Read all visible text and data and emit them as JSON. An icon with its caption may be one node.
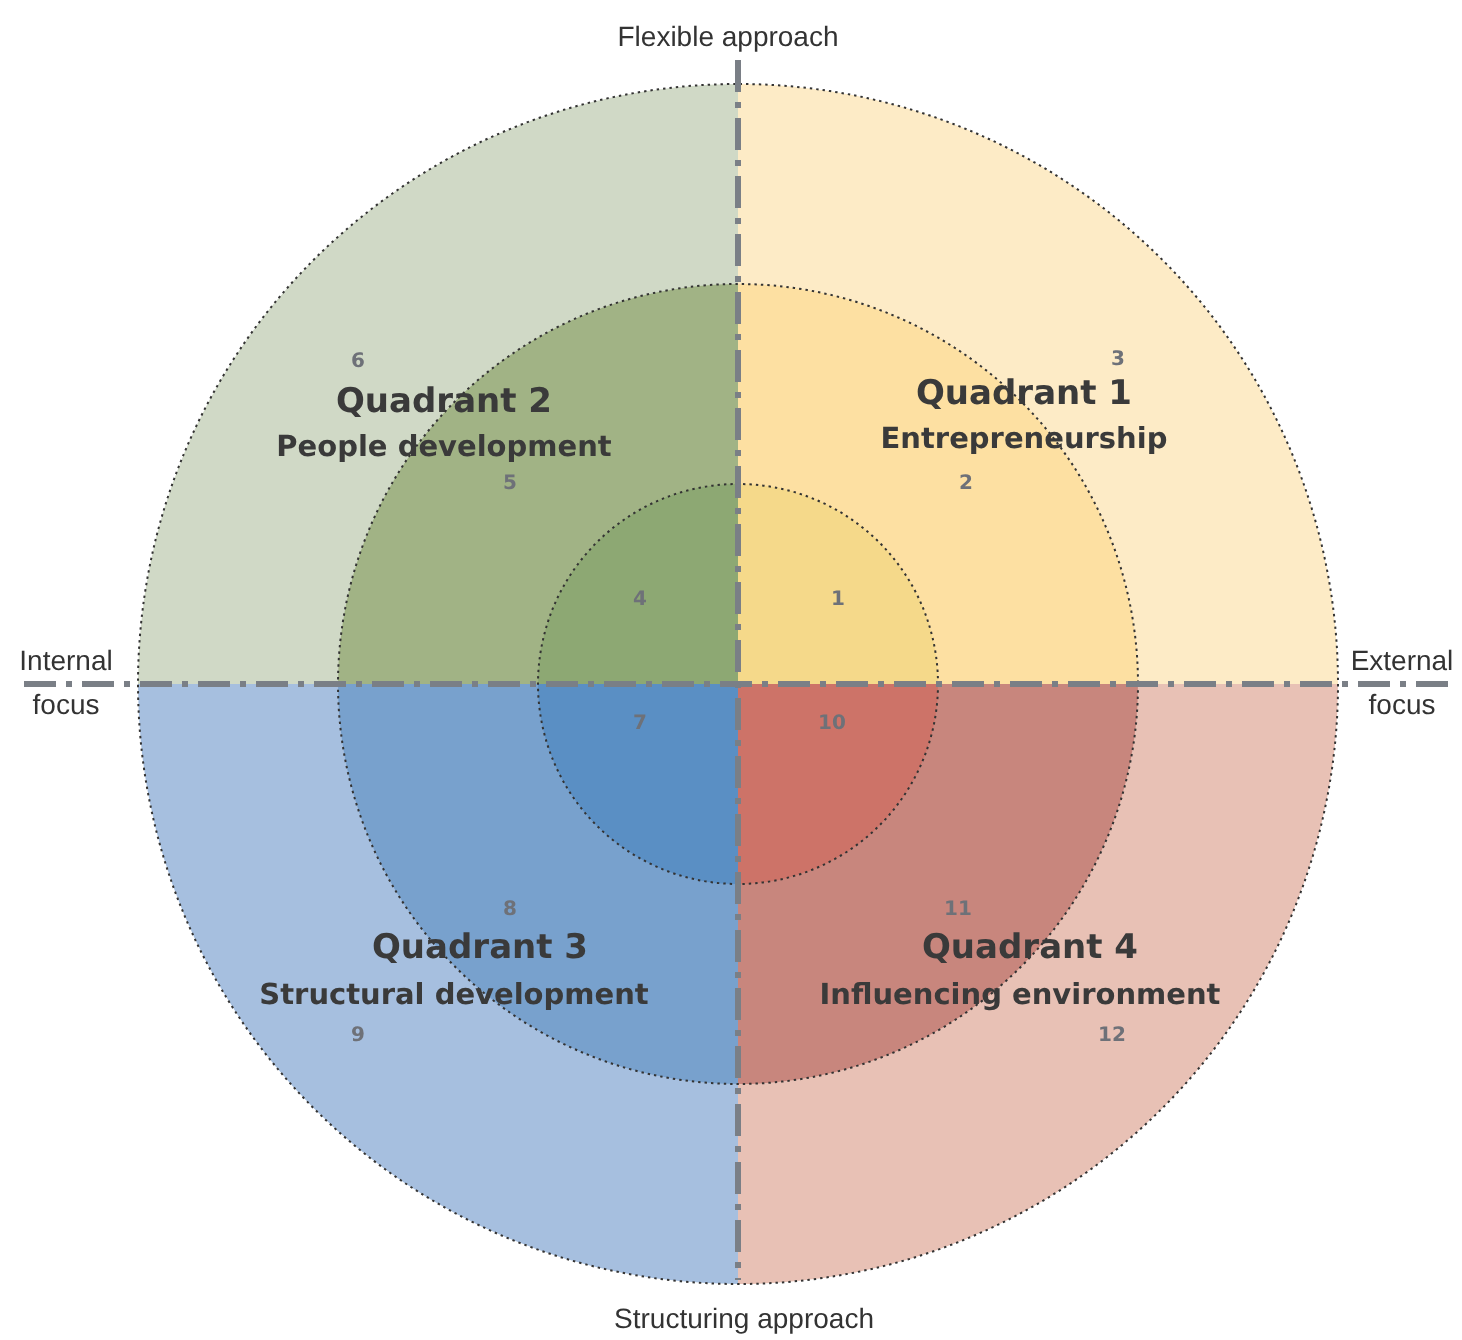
{
  "diagram": {
    "labels": [
      "Flexible approach",
      "6",
      "3",
      "Quadrant 2",
      "People development",
      "Quadrant 1",
      "Entrepreneurship",
      "5",
      "2",
      "4",
      "1",
      "Internal focus",
      "External focus",
      "7",
      "10",
      "8",
      "11",
      "Quadrant 3",
      "Quadrant 4",
      "Structural development",
      "Influencing environment",
      "9",
      "12",
      "Structuring approach"
    ]
  }
}
